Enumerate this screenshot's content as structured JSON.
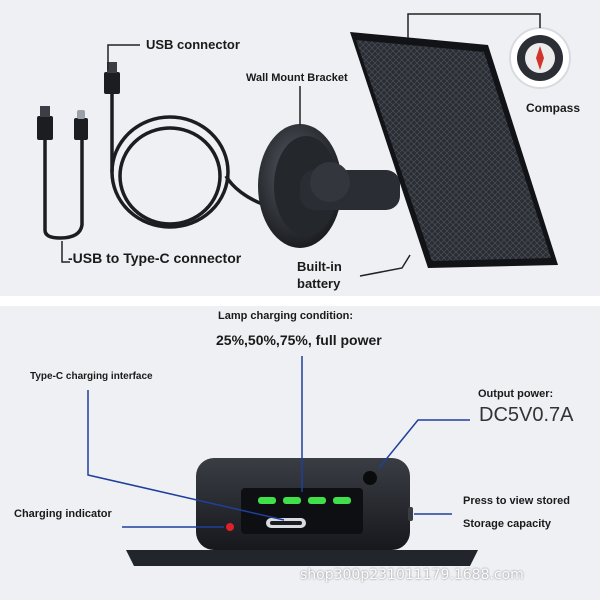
{
  "top": {
    "labels": {
      "usb_connector": "USB connector",
      "wall_mount_bracket": "Wall Mount Bracket",
      "compass": "Compass",
      "usb_to_typec": "-USB to Type-C connector",
      "built_in": "Built-in",
      "battery": "battery"
    }
  },
  "bottom": {
    "labels": {
      "lamp_condition": "Lamp charging condition:",
      "lamp_levels": "25%,50%,75%, full power",
      "typec_interface": "Type-C charging interface",
      "output_power_title": "Output power:",
      "output_power_value": "DC5V0.7A",
      "charging_indicator": "Charging indicator",
      "press_to_view": "Press to view stored",
      "storage_capacity": "Storage capacity"
    },
    "led_color": "#3fe04a",
    "indicator_color": "#e0202a"
  },
  "watermark": "shop300p231011179.1688.com"
}
